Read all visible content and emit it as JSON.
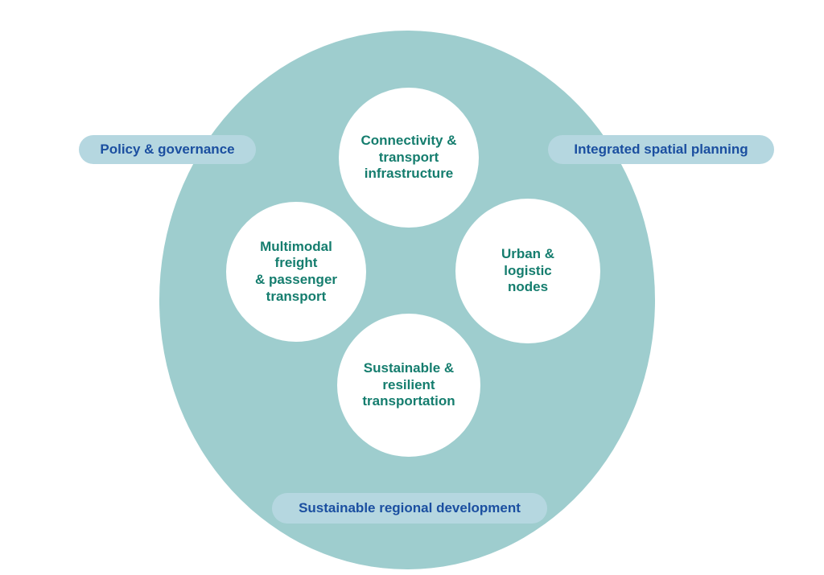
{
  "title": "Regional transport planning diagram",
  "colors": {
    "background": "#ffffff",
    "big_circle": "#9ecdce",
    "node_circle": "#ffffff",
    "node_text": "#157d6e",
    "pill_background": "#b5d7e0",
    "pill_text": "#1b4fa0"
  },
  "nodes": [
    {
      "id": "connectivity",
      "label": "Connectivity &\ntransport\ninfrastructure"
    },
    {
      "id": "multimodal",
      "label": "Multimodal\nfreight\n& passenger\ntransport"
    },
    {
      "id": "urban",
      "label": "Urban &\nlogistic\nnodes"
    },
    {
      "id": "sustainable",
      "label": "Sustainable &\nresilient\ntransportation"
    }
  ],
  "pills": [
    {
      "id": "policy",
      "label": "Policy & governance"
    },
    {
      "id": "spatial",
      "label": "Integrated spatial planning"
    },
    {
      "id": "regional",
      "label": "Sustainable regional development"
    }
  ]
}
